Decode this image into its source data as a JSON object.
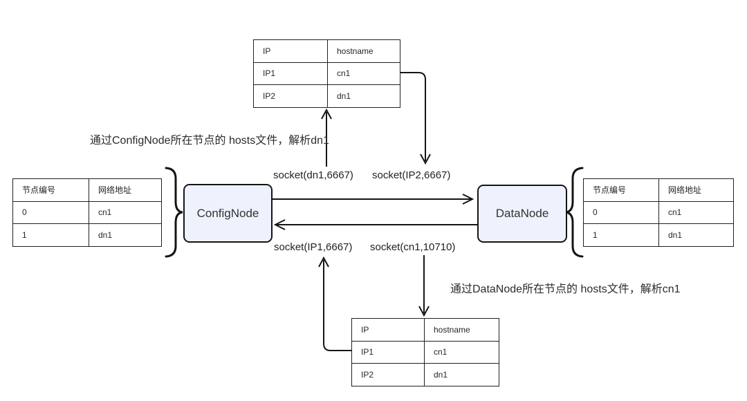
{
  "diagram": {
    "nodes": {
      "confignode": "ConfigNode",
      "datanode": "DataNode"
    },
    "socket_labels": {
      "cn_to_dn_logical": "socket(dn1,6667)",
      "cn_to_dn_resolved": "socket(IP2,6667)",
      "dn_to_cn_resolved": "socket(IP1,6667)",
      "dn_to_cn_logical": "socket(cn1,10710)"
    },
    "annotations": {
      "config_hosts_note": "通过ConfigNode所在节点的 hosts文件，解析dn1",
      "data_hosts_note": "通过DataNode所在节点的 hosts文件，解析cn1"
    },
    "tables": {
      "config_hosts": {
        "headers": [
          "IP",
          "hostname"
        ],
        "rows": [
          [
            "IP1",
            "cn1"
          ],
          [
            "IP2",
            "dn1"
          ]
        ]
      },
      "data_hosts": {
        "headers": [
          "IP",
          "hostname"
        ],
        "rows": [
          [
            "IP1",
            "cn1"
          ],
          [
            "IP2",
            "dn1"
          ]
        ]
      },
      "config_nodelist": {
        "headers": [
          "节点编号",
          "网络地址"
        ],
        "rows": [
          [
            "0",
            "cn1"
          ],
          [
            "1",
            "dn1"
          ]
        ]
      },
      "data_nodelist": {
        "headers": [
          "节点编号",
          "网络地址"
        ],
        "rows": [
          [
            "0",
            "cn1"
          ],
          [
            "1",
            "dn1"
          ]
        ]
      }
    },
    "colors": {
      "node_fill": "#edf2fc",
      "node_border": "#141414",
      "line": "#141414",
      "text": "#2b2b2b"
    }
  }
}
